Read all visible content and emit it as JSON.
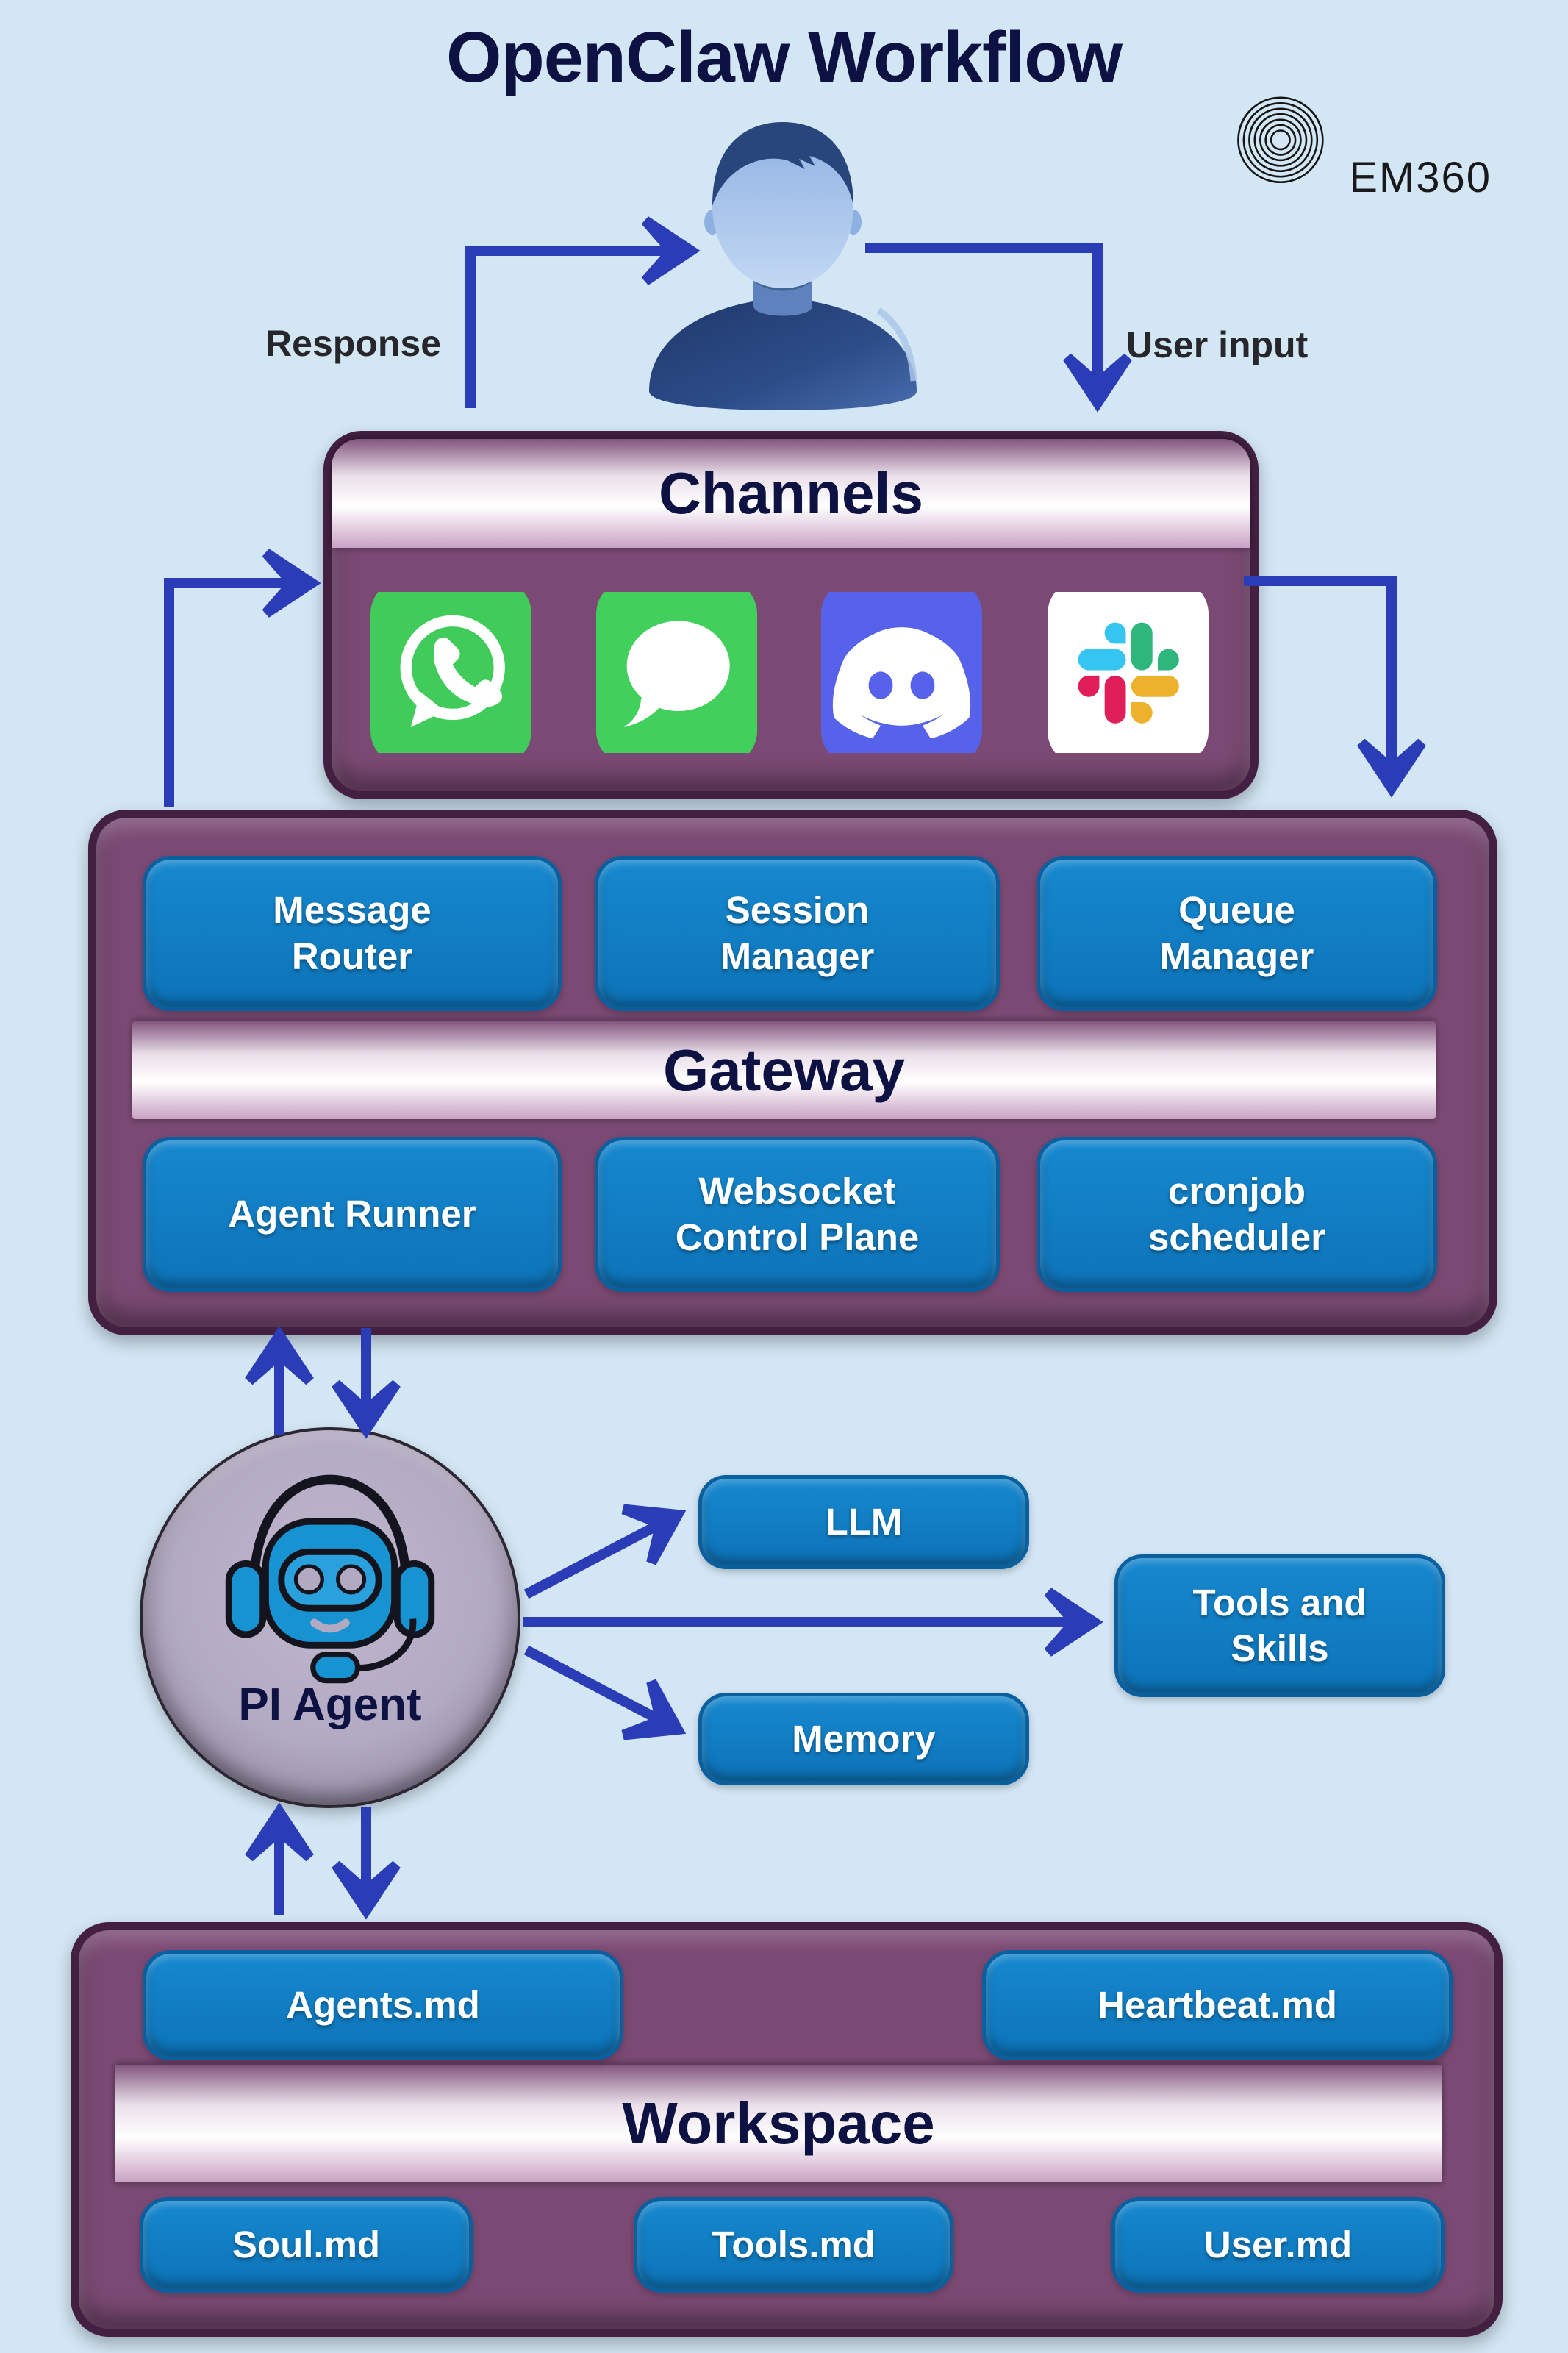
{
  "title": "OpenClaw Workflow",
  "logo": {
    "text": "EM360"
  },
  "labels": {
    "response": "Response",
    "user_input": "User input"
  },
  "channels": {
    "title": "Channels",
    "icons": [
      {
        "name": "whatsapp-icon"
      },
      {
        "name": "imessage-icon"
      },
      {
        "name": "discord-icon"
      },
      {
        "name": "slack-icon"
      }
    ]
  },
  "gateway": {
    "title": "Gateway",
    "top_modules": [
      {
        "label": "Message Router"
      },
      {
        "label": "Session Manager"
      },
      {
        "label": "Queue Manager"
      }
    ],
    "bottom_modules": [
      {
        "label": "Agent Runner"
      },
      {
        "label": "Websocket Control Plane"
      },
      {
        "label": "cronjob scheduler"
      }
    ]
  },
  "agent": {
    "label": "PI Agent",
    "targets": [
      {
        "label": "LLM"
      },
      {
        "label": "Tools and Skills"
      },
      {
        "label": "Memory"
      }
    ]
  },
  "workspace": {
    "title": "Workspace",
    "top_files": [
      {
        "label": "Agents.md"
      },
      {
        "label": "Heartbeat.md"
      }
    ],
    "bottom_files": [
      {
        "label": "Soul.md"
      },
      {
        "label": "Tools.md"
      },
      {
        "label": "User.md"
      }
    ]
  },
  "colors": {
    "background": "#d3e6f4",
    "panel_purple": "#7b4a74",
    "panel_border": "#432041",
    "module_blue": "#0f7cc2",
    "arrow_blue": "#2b3cb7",
    "heading_navy": "#0d1243",
    "agent_circle_lavender": "#b2a9c2",
    "whatsapp_green": "#41cb5a",
    "imessage_green": "#41d05b",
    "discord_blurple": "#5762ea",
    "slack_red": "#e01e5a",
    "slack_blue": "#36c5f0",
    "slack_green": "#2eb67d",
    "slack_yellow": "#ecb22e"
  }
}
